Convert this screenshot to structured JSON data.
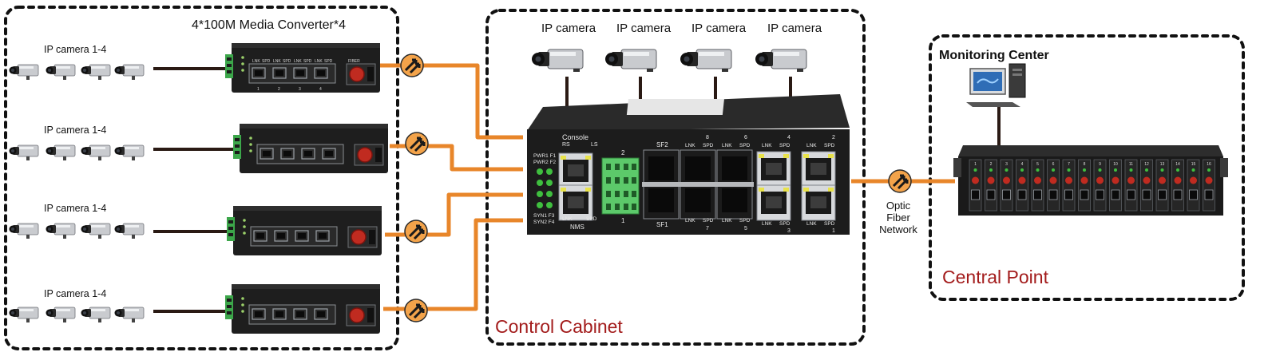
{
  "left_group": {
    "title": "4*100M Media Converter*4",
    "rows": [
      {
        "camera_label": "IP camera 1-4"
      },
      {
        "camera_label": "IP camera 1-4"
      },
      {
        "camera_label": "IP camera 1-4"
      },
      {
        "camera_label": "IP camera 1-4"
      }
    ],
    "converter": {
      "port_labels": [
        "LNK",
        "SPD",
        "LNK",
        "SPD",
        "LNK",
        "SPD",
        "LNK",
        "SPD"
      ],
      "port_numbers": [
        "1",
        "2",
        "3",
        "4"
      ],
      "fiber_label": "FIBER"
    }
  },
  "cabinet": {
    "title": "Control Cabinet",
    "cameras": [
      "IP camera",
      "IP camera",
      "IP camera",
      "IP camera"
    ],
    "switch": {
      "console_label": "Console",
      "rs_label": "RS",
      "ls_label": "LS",
      "status_labels": [
        "PWR1 F1",
        "PWR2 F2",
        "SYN1 F3",
        "SYN2 F4"
      ],
      "nms_label": "NMS",
      "nms_port_labels": [
        "LNK",
        "SPD"
      ],
      "terminal_labels": [
        "2",
        "1"
      ],
      "sfp_labels": [
        "SF2",
        "SF1"
      ],
      "sfp_top_numbers": [
        "8",
        "6"
      ],
      "sfp_bottom_numbers": [
        "7",
        "5"
      ],
      "rj45_top_numbers": [
        "4",
        "2"
      ],
      "rj45_bottom_numbers": [
        "3",
        "1"
      ],
      "lnk_label": "LNK",
      "spd_label": "SPD"
    }
  },
  "link": {
    "lines": [
      "Optic",
      "Fiber",
      "Network"
    ]
  },
  "central": {
    "title": "Central Point",
    "monitoring_label": "Monitoring Center",
    "chassis_slot_numbers": [
      "1",
      "2",
      "3",
      "4",
      "5",
      "6",
      "7",
      "8",
      "9",
      "10",
      "11",
      "12",
      "13",
      "14",
      "15",
      "16"
    ]
  },
  "colors": {
    "fiber": "#e8862a",
    "title_red": "#a31c1c",
    "device_dark": "#1e1e1e",
    "led_green": "#3fbf3f",
    "terminal_green": "#5cc96a"
  }
}
